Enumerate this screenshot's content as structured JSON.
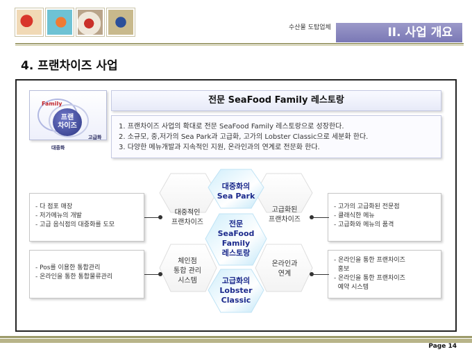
{
  "header": {
    "company": "수산물 도탑업체",
    "section_tab": "II. 사업 개요"
  },
  "page_title": "4. 프랜차이즈 사업",
  "logo": {
    "family": "Family",
    "center": "프랜\n차이즈",
    "premium": "고급화",
    "mass": "대중화"
  },
  "heading": "전문 SeaFood Family 레스토랑",
  "points": [
    "1. 프랜차이즈 사업의 확대로 전문 SeaFood Family 레스토랑으로 성장한다.",
    "2. 소규모, 중,저가의 Sea Park과 고급화, 고가의 Lobster Classic으로 세분화 한다.",
    "3. 다양한 메뉴개발과 지속적인 지원, 온라인과의 연계로 전문화 한다."
  ],
  "left_boxes": [
    [
      "- 다 점포 매장",
      "- 저가메뉴의 개발",
      "- 고급 음식점의 대중화를 도모"
    ],
    [
      "- Pos를 이용한 통합관리",
      "- 온라인을 통한 통합물류관리"
    ]
  ],
  "right_boxes": [
    [
      "- 고가의 고급화된 전문점",
      "- 클래식한 메뉴",
      "- 고급화와 메뉴의 품격"
    ],
    [
      "- 온라인을 통한 프랜차이즈",
      "  홍보",
      "- 온라인을 통한 프랜차이즈",
      "  예약 시스템"
    ]
  ],
  "hexes": {
    "top": "대중화의\nSea Park",
    "center": "전문\nSeaFood\nFamily\n레스토랑",
    "bottom": "고급화의\nLobster\nClassic",
    "upper_left": "대중적인\n프랜차이즈",
    "lower_left": "체인점\n통합 관리\n시스템",
    "upper_right": "고급화된\n프랜차이즈",
    "lower_right": "온라인과\n연계"
  },
  "footer": {
    "page": "Page 14"
  },
  "icons": [
    "food-photo-1",
    "food-photo-2",
    "food-photo-3",
    "food-photo-4"
  ]
}
